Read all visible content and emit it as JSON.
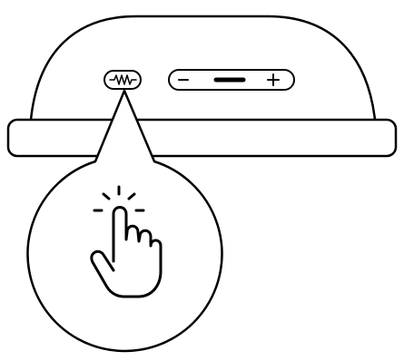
{
  "diagram": {
    "device": "headphone-ear-cup-bottom-view",
    "stroke_color": "#000000",
    "fill_color": "#ffffff",
    "controls": [
      {
        "name": "noise-cancel-button",
        "icon": "waveform-icon"
      },
      {
        "name": "volume-rocker",
        "minus": "−",
        "plus": "+"
      }
    ],
    "callout": {
      "gesture": "tap",
      "icon": "tap-hand-icon"
    }
  }
}
